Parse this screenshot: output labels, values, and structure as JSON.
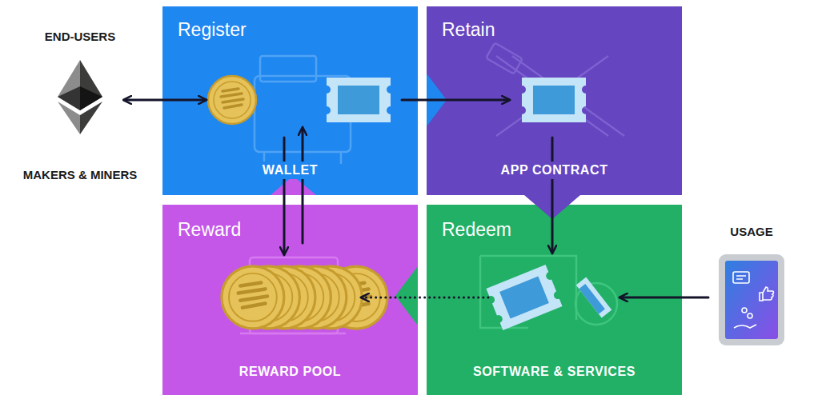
{
  "diagram": {
    "nodes": [
      {
        "text": [
          "END-USERS",
          "MAKERS & MINERS"
        ]
      },
      {
        "text": [
          "Register",
          "WALLET"
        ]
      },
      {
        "text": [
          "Retain",
          "APP CONTRACT"
        ]
      },
      {
        "text": [
          "Reward",
          "REWARD POOL"
        ]
      },
      {
        "text": [
          "Redeem",
          "SOFTWARE & SERVICES"
        ]
      },
      {
        "text": [
          "USAGE"
        ]
      }
    ],
    "edges": [
      {
        "from": 0,
        "to": 1,
        "arrow": "both"
      },
      {
        "from": 1,
        "to": 2,
        "arrow": "to"
      },
      {
        "from": 2,
        "to": 4,
        "arrow": "to"
      },
      {
        "from": 1,
        "to": 3,
        "arrow": "to"
      },
      {
        "from": 3,
        "to": 1,
        "arrow": "to"
      },
      {
        "from": 4,
        "to": 3,
        "arrow": "to"
      },
      {
        "from": 5,
        "to": 4,
        "arrow": "to"
      }
    ]
  }
}
